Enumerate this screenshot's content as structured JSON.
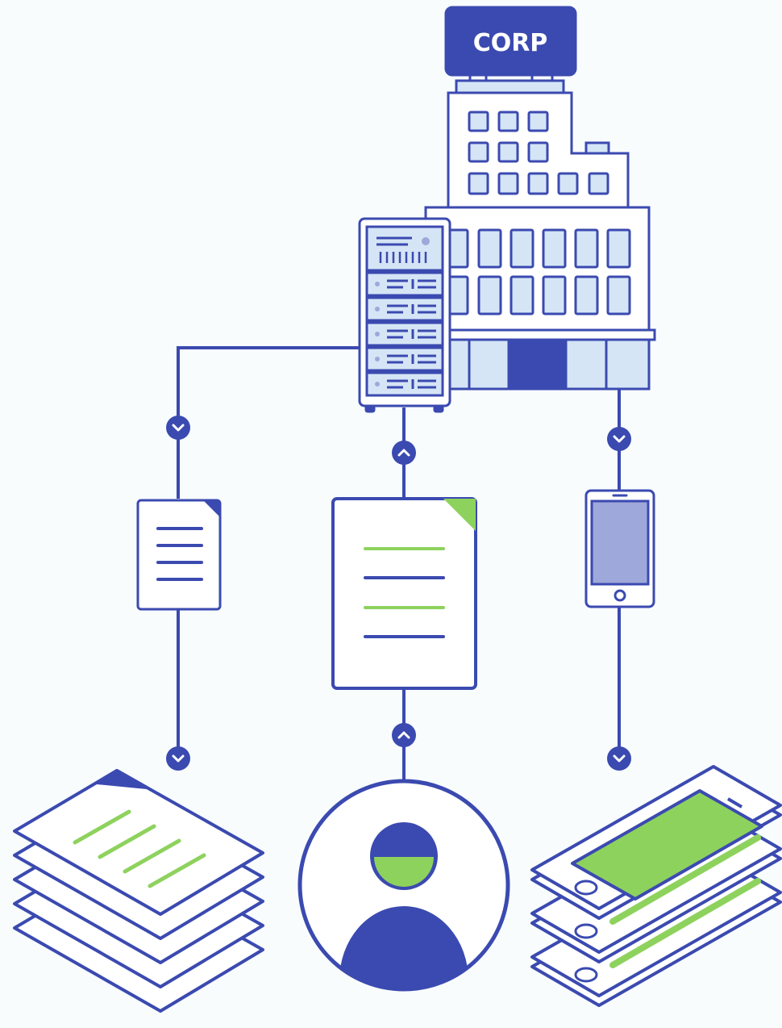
{
  "sign": {
    "text": "CORP"
  },
  "colors": {
    "background": "#f8fcfd",
    "stroke": "#3b4ab0",
    "fill_light": "#d5e5f6",
    "accent_green": "#8ed25e",
    "screen_purple": "#9ea8da",
    "white": "#ffffff"
  },
  "connectors": [
    {
      "name": "docs-connector-down",
      "direction": "down"
    },
    {
      "name": "docs-connector-down-lower",
      "direction": "down"
    },
    {
      "name": "editor-connector-up",
      "direction": "up"
    },
    {
      "name": "editor-connector-up-lower",
      "direction": "up"
    },
    {
      "name": "mobile-connector-down",
      "direction": "down"
    },
    {
      "name": "mobile-connector-down-lower",
      "direction": "down"
    }
  ]
}
